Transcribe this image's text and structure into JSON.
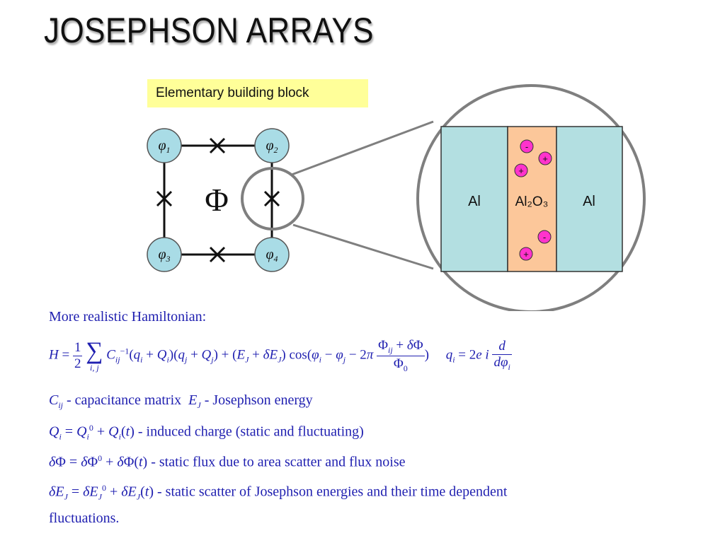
{
  "slide": {
    "title": "JOSEPHSON ARRAYS",
    "block_label": "Elementary building block"
  },
  "diagram": {
    "nodes": [
      "φ1",
      "φ2",
      "φ3",
      "φ4"
    ],
    "flux_symbol": "Φ",
    "junction": {
      "left_layer": "Al",
      "middle_layer": "Al₂O₃",
      "right_layer": "Al",
      "charges": [
        "-",
        "+",
        "+",
        "-",
        "+"
      ]
    }
  },
  "text": {
    "hamiltonian_intro": "More realistic Hamiltonian:",
    "cij_desc": "- capacitance matrix",
    "ej_desc": "- Josephson energy",
    "q_desc": "- induced charge (static and fluctuating)",
    "phi_desc": "- static flux due to area scatter and flux noise",
    "ej_scatter_desc": "- static scatter of Josephson energies and their time dependent",
    "ej_scatter_desc2": "fluctuations."
  },
  "colors": {
    "node_fill": "#a9dce6",
    "layer_al": "#b3dfe1",
    "layer_oxide": "#fcc79a",
    "charge_fill": "#ff33cc",
    "text_blue": "#1f1fb0",
    "label_bg": "#ffff99",
    "circle_stroke": "#7f7f7f"
  }
}
